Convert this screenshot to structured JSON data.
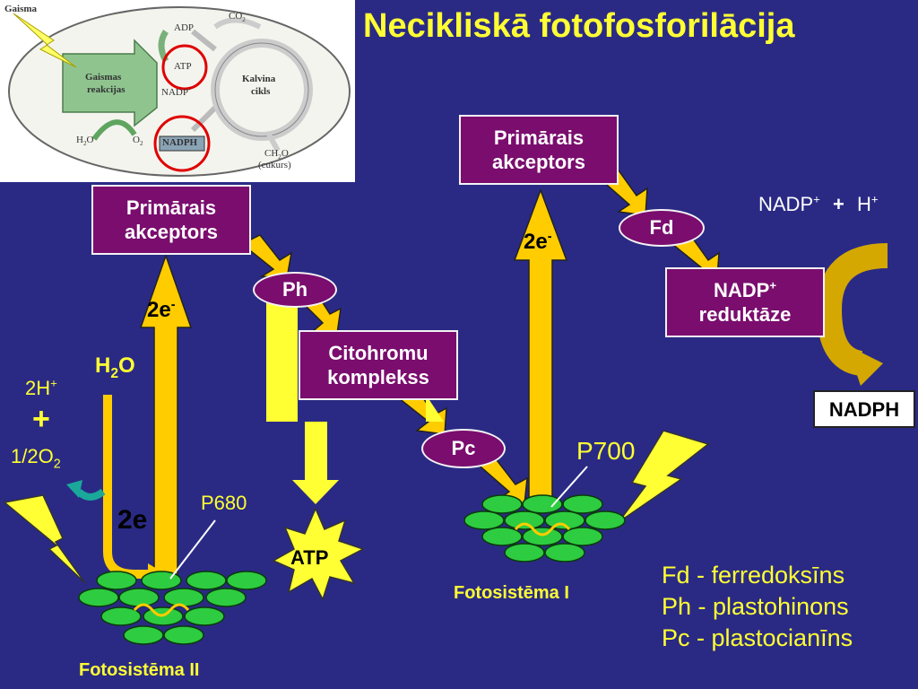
{
  "title": "Necikliskā fotofosforilācija",
  "inset": {
    "gaisma": "Gaisma",
    "gaismas_reakcijas": [
      "Gaismas",
      "reakcijas"
    ],
    "adp": "ADP",
    "atp": "ATP",
    "nadp": "NADP",
    "nadph": "NADPH",
    "co2": "CO",
    "kalvina_cikls": [
      "Kalvina",
      "cikls"
    ],
    "h2o": "H",
    "o2": "O",
    "ch2o": "CH",
    "cukurs": "(cukurs)"
  },
  "boxes": {
    "primarais_ps2": [
      "Primārais",
      "akceptors"
    ],
    "primarais_ps1": [
      "Primārais",
      "akceptors"
    ],
    "citohromu": [
      "Citohromu",
      "komplekss"
    ],
    "nadp_reduktaze": [
      "NADP",
      "reduktāze"
    ],
    "nadph": "NADPH"
  },
  "ovals": {
    "ph": "Ph",
    "fd": "Fd",
    "pc": "Pc"
  },
  "labels": {
    "two_e_ps2": "2e",
    "two_e_ps1": "2e",
    "two_e_bottom": "2e",
    "minus": "-",
    "h2o": "H",
    "h2o_o": "O",
    "two_h": "2H",
    "plus_big": "+",
    "half_o2": "1/2O",
    "p680": "P680",
    "p700": "P700",
    "atp": "ATP",
    "nadp_plus_h": "NADP",
    "h_plus": "H",
    "sign_plus": "+",
    "fotosistema_ii": "Fotosistēma II",
    "fotosistema_i": "Fotosistēma I"
  },
  "legend": [
    "Fd - ferredoksīns",
    "Ph - plastohinons",
    "Pc - plastocianīns"
  ]
}
